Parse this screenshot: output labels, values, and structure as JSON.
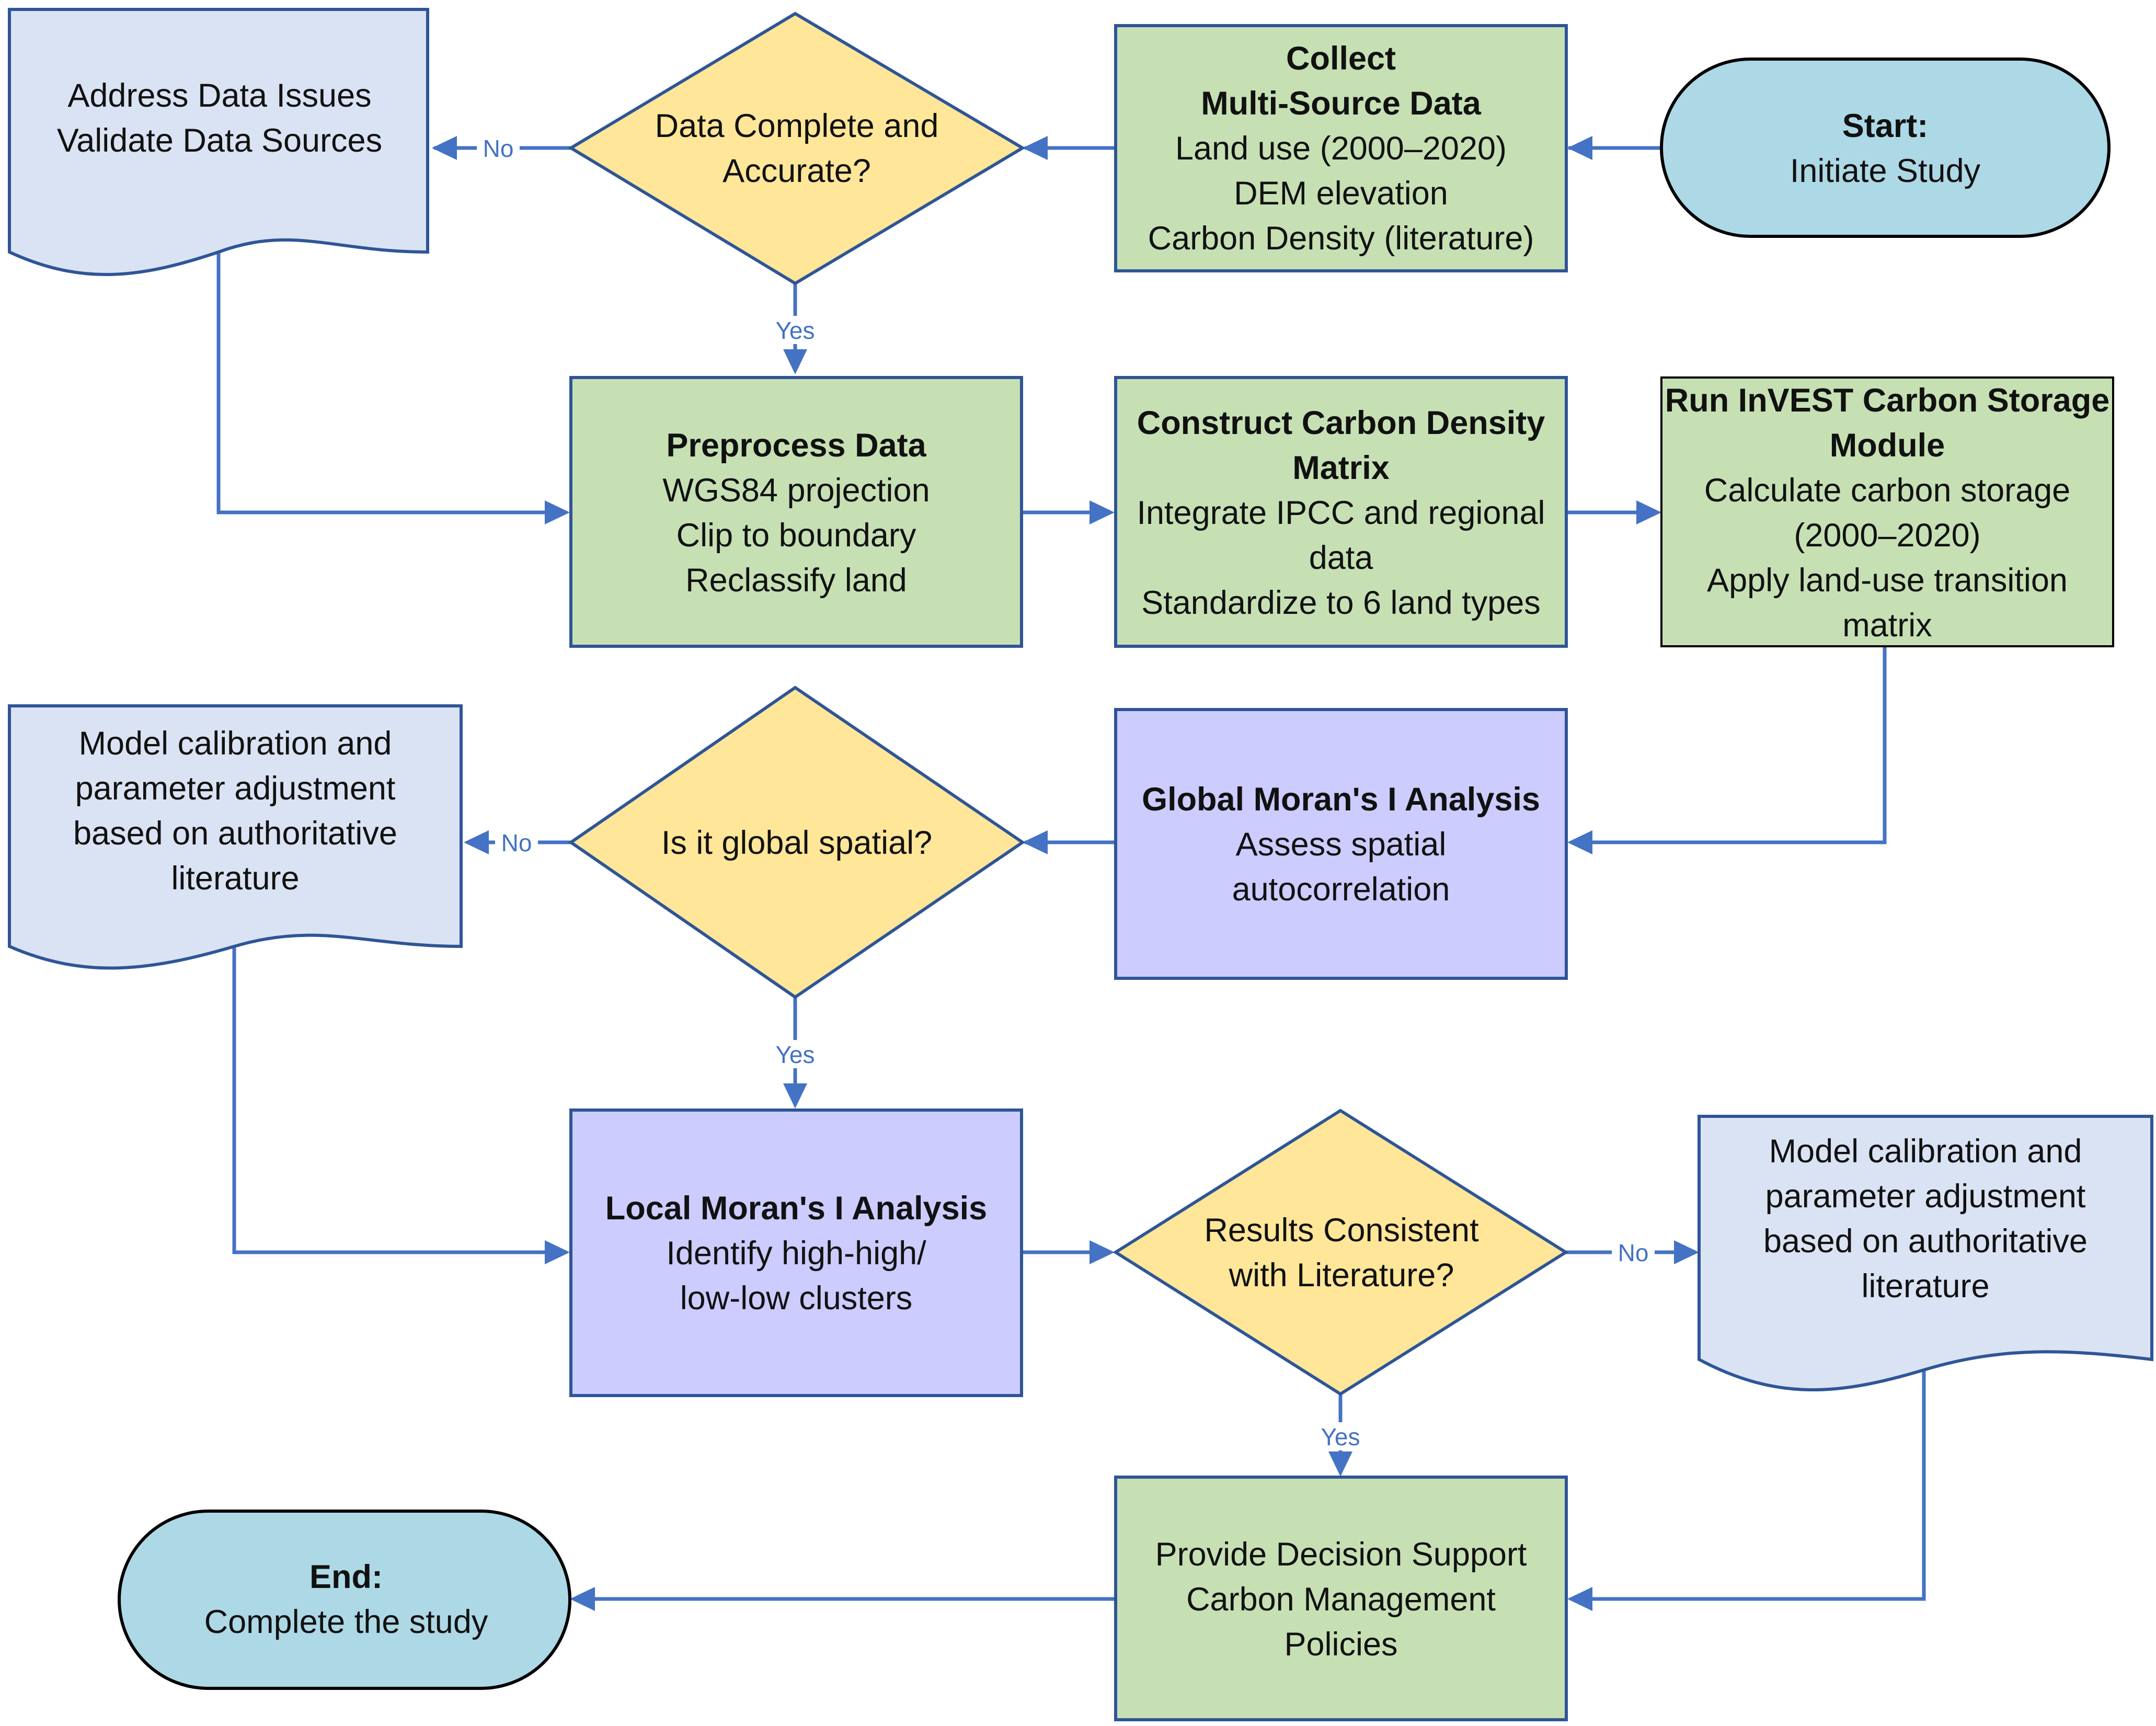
{
  "colors": {
    "process_fill": "#C6E0B4",
    "analysis_fill": "#CCCCFF",
    "decision_fill": "#FFE699",
    "document_fill": "#DAE3F3",
    "terminal_fill": "#ADD8E6",
    "outline": "#2F5597",
    "connector": "#4472C4"
  },
  "nodes": {
    "start": {
      "lines": [
        {
          "text": "Start:",
          "bold": true
        },
        {
          "text": "Initiate Study",
          "bold": false
        }
      ]
    },
    "collect": {
      "lines": [
        {
          "text": "Collect",
          "bold": true
        },
        {
          "text": "Multi-Source Data",
          "bold": true
        },
        {
          "text": "Land use (2000–2020)",
          "bold": false
        },
        {
          "text": "DEM elevation",
          "bold": false
        },
        {
          "text": "Carbon Density (literature)",
          "bold": false
        }
      ]
    },
    "check_data": {
      "lines": [
        {
          "text": "Data Complete and",
          "bold": false
        },
        {
          "text": "Accurate?",
          "bold": false
        }
      ]
    },
    "address_issues": {
      "lines": [
        {
          "text": "Address Data Issues",
          "bold": false
        },
        {
          "text": "Validate Data Sources",
          "bold": false
        }
      ]
    },
    "preprocess": {
      "lines": [
        {
          "text": "Preprocess Data",
          "bold": true
        },
        {
          "text": "WGS84 projection",
          "bold": false
        },
        {
          "text": "Clip to boundary",
          "bold": false
        },
        {
          "text": "Reclassify land",
          "bold": false
        }
      ]
    },
    "construct_matrix": {
      "lines": [
        {
          "text": "Construct Carbon Density",
          "bold": true
        },
        {
          "text": "Matrix",
          "bold": true
        },
        {
          "text": "Integrate IPCC and regional",
          "bold": false
        },
        {
          "text": "data",
          "bold": false
        },
        {
          "text": "Standardize to 6 land types",
          "bold": false
        }
      ]
    },
    "run_invest": {
      "lines": [
        {
          "text": "Run InVEST Carbon Storage",
          "bold": true
        },
        {
          "text": "Module",
          "bold": true
        },
        {
          "text": "Calculate carbon storage",
          "bold": false
        },
        {
          "text": "(2000–2020)",
          "bold": false
        },
        {
          "text": "Apply land-use transition",
          "bold": false
        },
        {
          "text": "matrix",
          "bold": false
        }
      ]
    },
    "global_moran": {
      "lines": [
        {
          "text": "Global Moran's I Analysis",
          "bold": true
        },
        {
          "text": "Assess spatial",
          "bold": false
        },
        {
          "text": "autocorrelation",
          "bold": false
        }
      ]
    },
    "check_global": {
      "lines": [
        {
          "text": "Is it global spatial?",
          "bold": false
        }
      ]
    },
    "calibration_left": {
      "lines": [
        {
          "text": "Model calibration and",
          "bold": false
        },
        {
          "text": "parameter adjustment",
          "bold": false
        },
        {
          "text": "based on authoritative",
          "bold": false
        },
        {
          "text": "literature",
          "bold": false
        }
      ]
    },
    "local_moran": {
      "lines": [
        {
          "text": "Local Moran's I Analysis",
          "bold": true
        },
        {
          "text": "Identify high-high/",
          "bold": false
        },
        {
          "text": "low-low clusters",
          "bold": false
        }
      ]
    },
    "check_results": {
      "lines": [
        {
          "text": "Results Consistent",
          "bold": false
        },
        {
          "text": "with Literature?",
          "bold": false
        }
      ]
    },
    "calibration_right": {
      "lines": [
        {
          "text": "Model calibration and",
          "bold": false
        },
        {
          "text": "parameter adjustment",
          "bold": false
        },
        {
          "text": "based on authoritative",
          "bold": false
        },
        {
          "text": "literature",
          "bold": false
        }
      ]
    },
    "decision_support": {
      "lines": [
        {
          "text": "Provide Decision Support",
          "bold": false
        },
        {
          "text": "Carbon Management",
          "bold": false
        },
        {
          "text": "Policies",
          "bold": false
        }
      ]
    },
    "end": {
      "lines": [
        {
          "text": "End:",
          "bold": true
        },
        {
          "text": "Complete the study",
          "bold": false
        }
      ]
    }
  },
  "edge_labels": {
    "check_data_no": "No",
    "check_data_yes": "Yes",
    "check_global_no": "No",
    "check_global_yes": "Yes",
    "check_results_no": "No",
    "check_results_yes": "Yes"
  }
}
